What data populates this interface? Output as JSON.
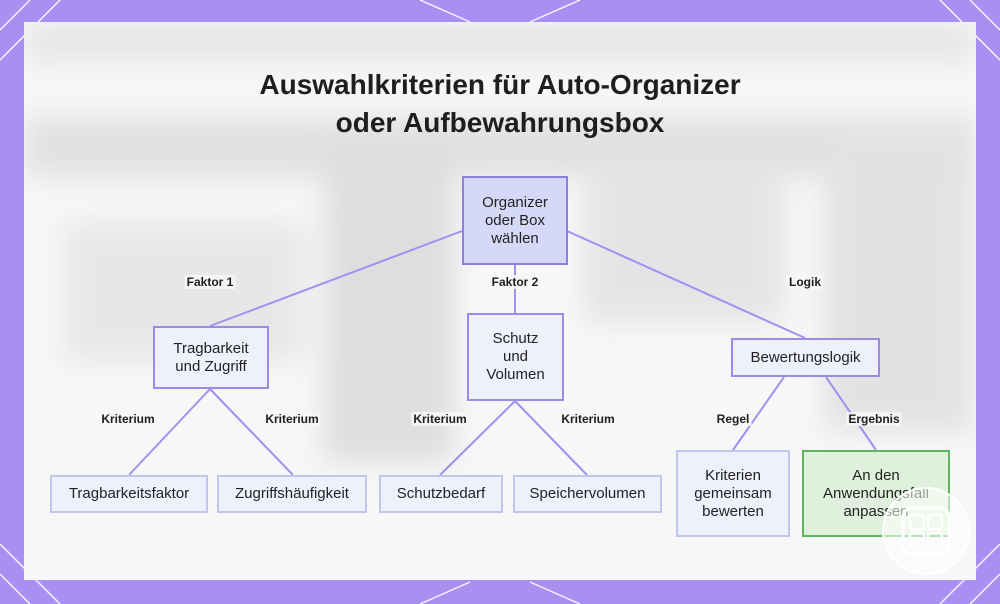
{
  "title": {
    "line1": "Auswahlkriterien für Auto-Organizer",
    "line2": "oder Aufbewahrungsbox"
  },
  "nodes": {
    "root": {
      "lines": [
        "Organizer",
        "oder Box",
        "wählen"
      ]
    },
    "tragbarkeit": {
      "lines": [
        "Tragbarkeit",
        "und Zugriff"
      ]
    },
    "schutz": {
      "lines": [
        "Schutz",
        "und",
        "Volumen"
      ]
    },
    "bewertung": {
      "lines": [
        "Bewertungslogik"
      ]
    },
    "tragbarkeitsfaktor": {
      "lines": [
        "Tragbarkeitsfaktor"
      ]
    },
    "zugriff": {
      "lines": [
        "Zugriffshäufigkeit"
      ]
    },
    "schutzbedarf": {
      "lines": [
        "Schutzbedarf"
      ]
    },
    "speicher": {
      "lines": [
        "Speichervolumen"
      ]
    },
    "kriterien": {
      "lines": [
        "Kriterien",
        "gemeinsam",
        "bewerten"
      ]
    },
    "anpassen": {
      "lines": [
        "An den",
        "Anwendungsfall",
        "anpassen"
      ]
    }
  },
  "edge_labels": {
    "faktor1": "Faktor 1",
    "faktor2": "Faktor 2",
    "logik": "Logik",
    "kriterium_a": "Kriterium",
    "kriterium_b": "Kriterium",
    "kriterium_c": "Kriterium",
    "kriterium_d": "Kriterium",
    "regel": "Regel",
    "ergebnis": "Ergebnis"
  },
  "colors": {
    "background": "#a98ff0",
    "edge": "#a48ef0",
    "node_border": "#9c8be6",
    "result_border": "#5cb85c"
  }
}
